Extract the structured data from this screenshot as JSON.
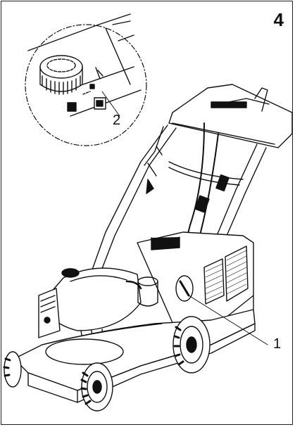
{
  "figure": {
    "number": "4"
  },
  "callouts": [
    {
      "label": "1"
    },
    {
      "label": "2"
    }
  ],
  "illustration": {
    "subject": "lawn-mower",
    "detail_inset": "fuel-cap-and-speed-control-detail"
  }
}
